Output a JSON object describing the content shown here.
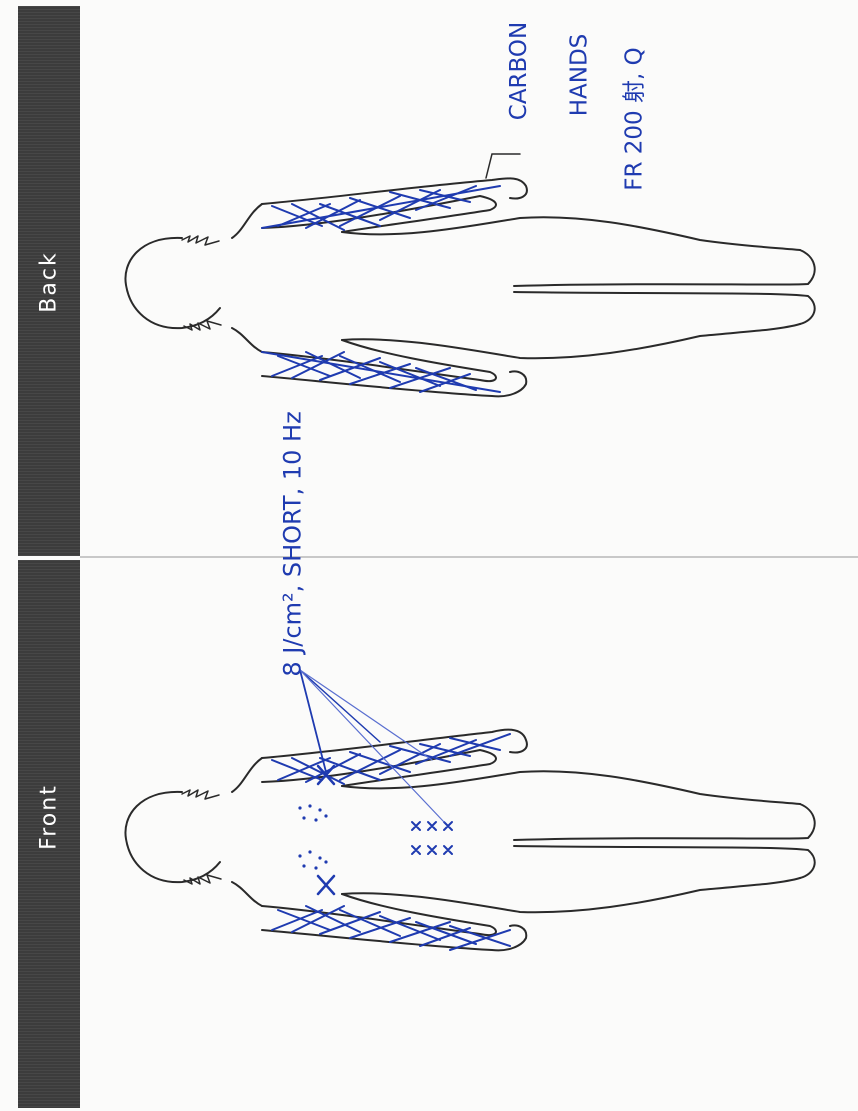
{
  "labels": {
    "back": "Back",
    "front": "Front"
  },
  "annotations": {
    "carbon": "CARBON",
    "hands": "HANDS",
    "fr": "FR 200 射, Q",
    "dose": "8 J/cm², SHORT, 10 Hz"
  },
  "colors": {
    "ink": "#1f3bb0",
    "outline": "#2a2a2a",
    "band": "#3c3c3c"
  }
}
